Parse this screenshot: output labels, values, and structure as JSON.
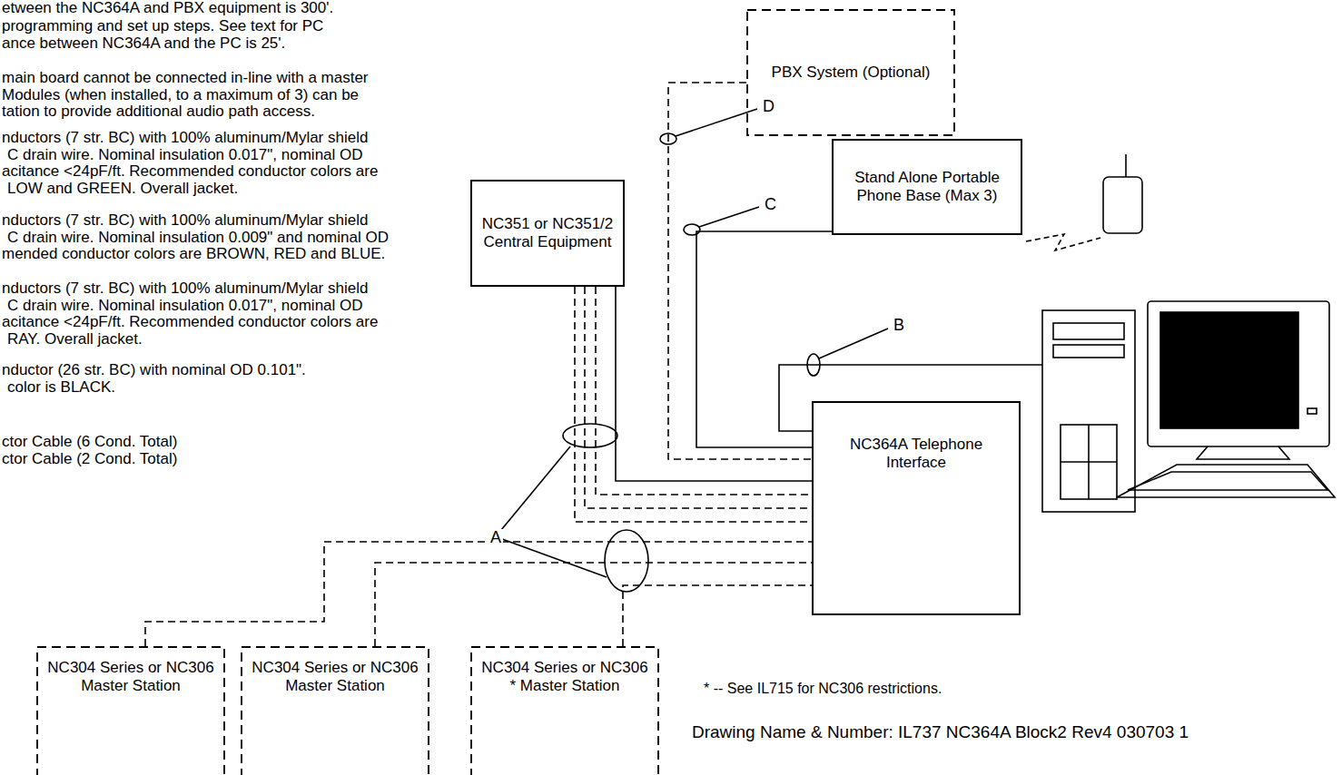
{
  "diagram": {
    "nodes": [
      {
        "text": [
          "PBX System (Optional)"
        ]
      },
      {
        "text": [
          "NC351 or NC351/2 Central Equipment"
        ]
      },
      {
        "text": [
          "Stand Alone Portable Phone Base (Max 3)"
        ]
      },
      {
        "text": [
          "NC364A Telephone Interface"
        ]
      },
      {
        "text": [
          "NC304 Series or NC306 Master Station"
        ]
      },
      {
        "text": [
          "NC304 Series or NC306 Master Station"
        ]
      },
      {
        "text": [
          "NC304 Series or NC306 * Master Station"
        ]
      }
    ],
    "edges": [
      {
        "from": 0,
        "to": 3,
        "arrow": "none"
      },
      {
        "from": 1,
        "to": 3,
        "arrow": "none"
      },
      {
        "from": 2,
        "to": 3,
        "arrow": "none"
      },
      {
        "from": 4,
        "to": 3,
        "arrow": "none"
      },
      {
        "from": 5,
        "to": 3,
        "arrow": "none"
      },
      {
        "from": 6,
        "to": 3,
        "arrow": "none"
      }
    ],
    "labels": [
      "etween the NC364A and PBX equipment is 300'.",
      "programming and set up steps. See text for PC",
      "ance between NC364A and the PC is 25'.",
      "main board cannot be connected in-line with a master",
      "Modules (when installed, to a maximum of 3) can be",
      "tation to provide additional audio path access.",
      "nductors (7 str. BC) with 100% aluminum/Mylar shield",
      "C drain wire. Nominal insulation 0.017\", nominal OD",
      "acitance <24pF/ft. Recommended conductor colors are",
      "LOW and GREEN. Overall jacket.",
      "nductors (7 str. BC) with 100% aluminum/Mylar shield",
      "C drain wire. Nominal insulation 0.009\" and nominal OD",
      "mended conductor colors are BROWN, RED and BLUE.",
      "nductors (7 str. BC) with 100% aluminum/Mylar shield",
      "C drain wire. Nominal insulation 0.017\", nominal OD",
      "acitance <24pF/ft. Recommended conductor colors are",
      "RAY. Overall jacket.",
      "nductor (26 str. BC) with nominal OD 0.101\".",
      "color is BLACK.",
      "ctor Cable (6 Cond. Total)",
      "ctor Cable (2 Cond. Total)",
      "A",
      "B",
      "C",
      "D",
      "* -- See IL715 for NC306 restrictions.",
      "Drawing Name & Number: IL737 NC364A Block2 Rev4 030703 1"
    ]
  }
}
